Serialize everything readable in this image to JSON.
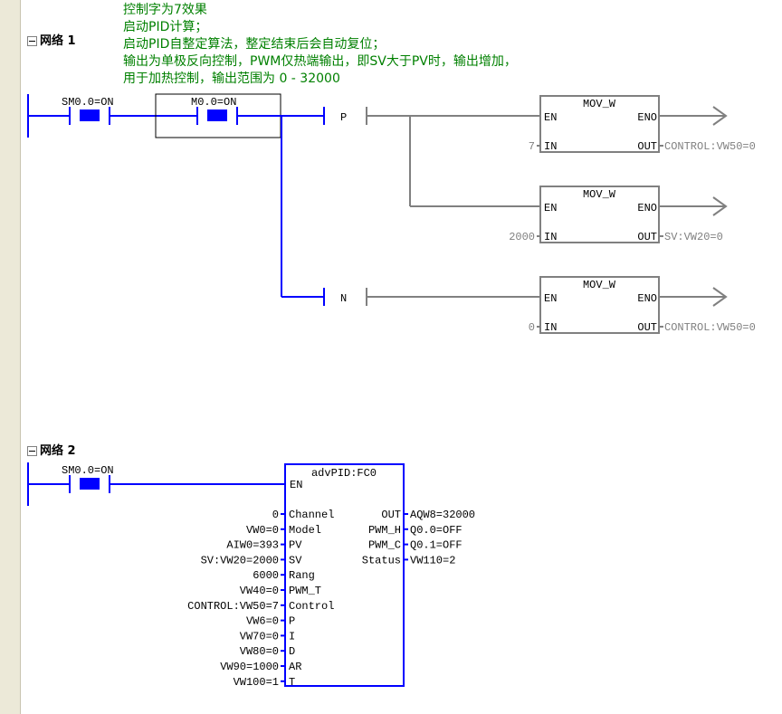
{
  "comments": [
    "控制字为7效果",
    "启动PID计算；",
    "启动PID自整定算法，整定结束后会自动复位；",
    "输出为单极反向控制，PWM仅热端输出，即SV大于PV时，输出增加，",
    "用于加热控制，输出范围为 0 - 32000"
  ],
  "network1": {
    "title": "网络 1",
    "contact1": "SM0.0=ON",
    "contact2": "M0.0=ON",
    "coil_p": "P",
    "coil_n": "N",
    "boxes": [
      {
        "name": "MOV_W",
        "en": "EN",
        "eno": "ENO",
        "in_label": "IN",
        "out_label": "OUT",
        "in_value": "7",
        "out_value": "CONTROL:VW50=0"
      },
      {
        "name": "MOV_W",
        "en": "EN",
        "eno": "ENO",
        "in_label": "IN",
        "out_label": "OUT",
        "in_value": "2000",
        "out_value": "SV:VW20=0"
      },
      {
        "name": "MOV_W",
        "en": "EN",
        "eno": "ENO",
        "in_label": "IN",
        "out_label": "OUT",
        "in_value": "0",
        "out_value": "CONTROL:VW50=0"
      }
    ]
  },
  "network2": {
    "title": "网络 2",
    "contact1": "SM0.0=ON",
    "block": {
      "name": "advPID:FC0",
      "en": "EN",
      "inputs": [
        {
          "pin": "Channel",
          "value": "0"
        },
        {
          "pin": "Model",
          "value": "VW0=0"
        },
        {
          "pin": "PV",
          "value": "AIW0=393"
        },
        {
          "pin": "SV",
          "value": "SV:VW20=2000"
        },
        {
          "pin": "Rang",
          "value": "6000"
        },
        {
          "pin": "PWM_T",
          "value": "VW40=0"
        },
        {
          "pin": "Control",
          "value": "CONTROL:VW50=7"
        },
        {
          "pin": "P",
          "value": "VW6=0"
        },
        {
          "pin": "I",
          "value": "VW70=0"
        },
        {
          "pin": "D",
          "value": "VW80=0"
        },
        {
          "pin": "AR",
          "value": "VW90=1000"
        },
        {
          "pin": "T",
          "value": "VW100=1"
        }
      ],
      "outputs": [
        {
          "pin": "OUT",
          "value": "AQW8=32000"
        },
        {
          "pin": "PWM_H",
          "value": "Q0.0=OFF"
        },
        {
          "pin": "PWM_C",
          "value": "Q0.1=OFF"
        },
        {
          "pin": "Status",
          "value": "VW110=2"
        }
      ]
    }
  },
  "colors": {
    "power_rail": "#0000ff",
    "contact_fill": "#0000ff",
    "inactive_wire": "#808080",
    "comment_text": "#008000",
    "gutter": "#ece9d8"
  }
}
